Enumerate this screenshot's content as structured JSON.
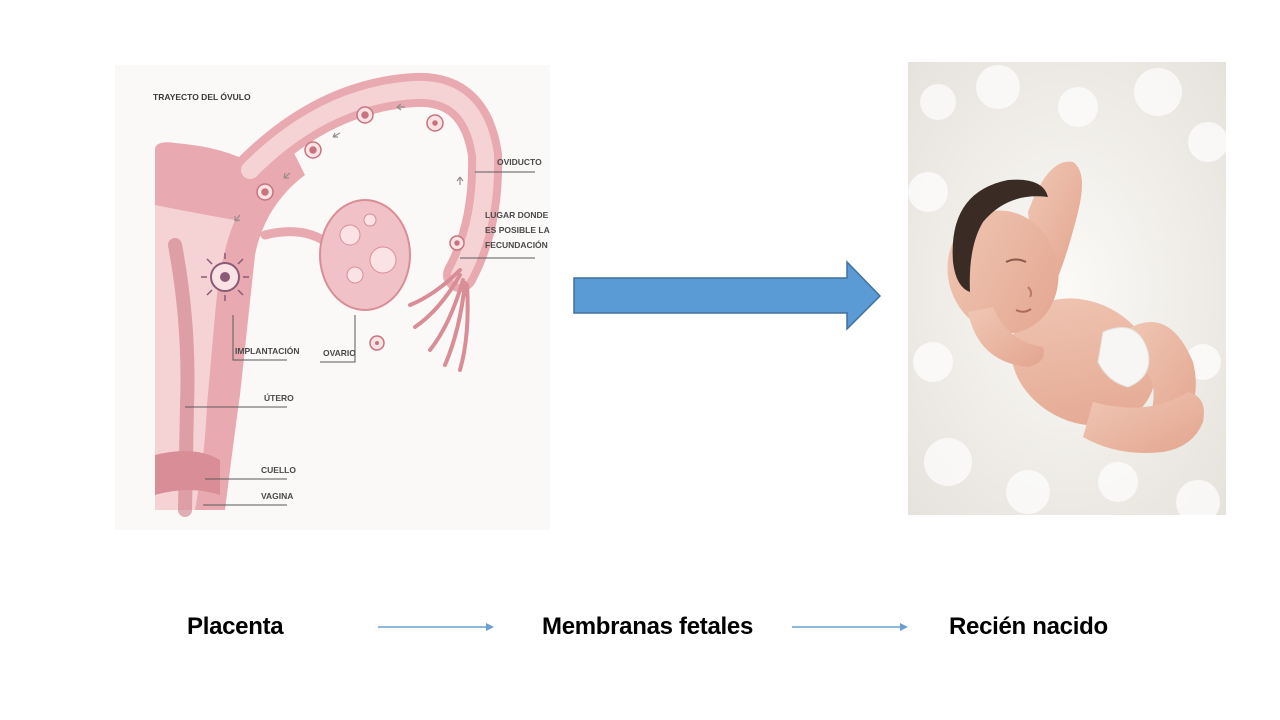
{
  "diagram": {
    "title": "TRAYECTO DEL ÓVULO",
    "labels": {
      "oviducto": "OVIDUCTO",
      "fecundacion_1": "LUGAR DONDE",
      "fecundacion_2": "ES POSIBLE LA",
      "fecundacion_3": "FECUNDACIÓN",
      "implantacion": "IMPLANTACIÓN",
      "ovario": "OVARIO",
      "utero": "ÚTERO",
      "cuello": "CUELLO",
      "vagina": "VAGINA"
    }
  },
  "flow": {
    "step1": "Placenta",
    "step2": "Membranas fetales",
    "step3": "Recién nacido"
  },
  "colors": {
    "arrow_fill": "#5b9bd5",
    "arrow_stroke": "#41719c",
    "tissue": "#e8aab0",
    "tissue_dark": "#c9737e",
    "tissue_light": "#f5d3d5"
  }
}
